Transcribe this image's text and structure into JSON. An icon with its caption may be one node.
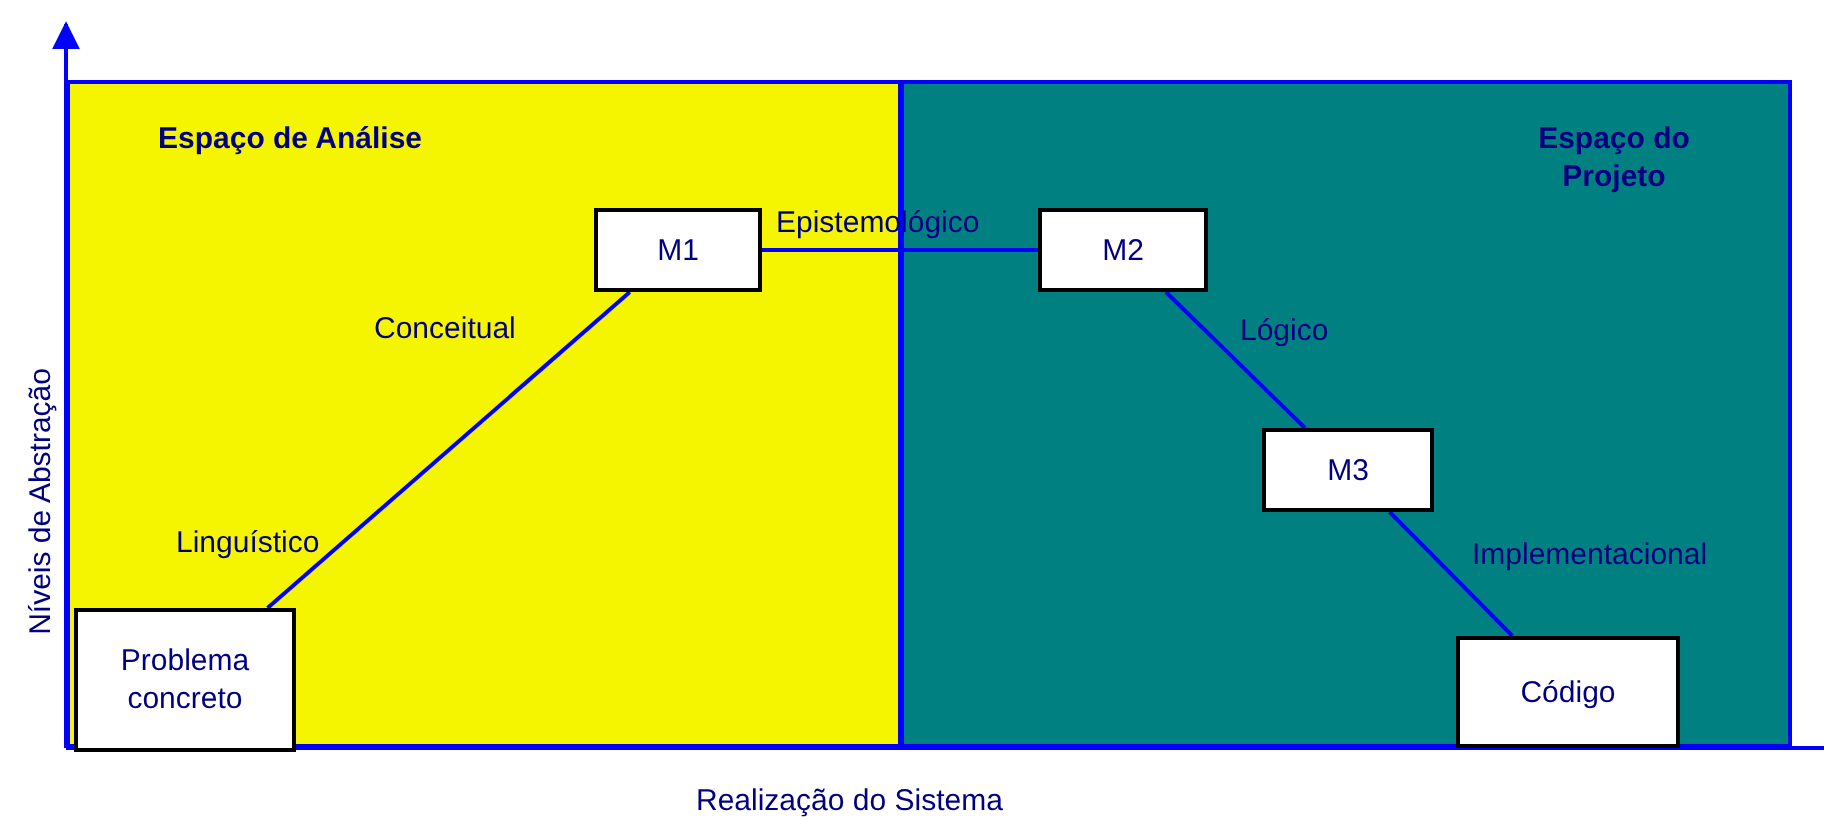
{
  "diagram": {
    "nodes": [
      {
        "text": [
          "Espaço de Análise"
        ]
      },
      {
        "text": [
          "Espaço do Projeto"
        ]
      },
      {
        "text": [
          "Problema concreto"
        ],
        "in": 0
      },
      {
        "text": [
          "M1"
        ],
        "in": 0
      },
      {
        "text": [
          "M2"
        ],
        "in": 1
      },
      {
        "text": [
          "M3"
        ],
        "in": 1
      },
      {
        "text": [
          "Código"
        ],
        "in": 1
      }
    ],
    "edges": [
      {
        "from": 2,
        "to": 3,
        "arrow": "none"
      },
      {
        "from": 3,
        "to": 4,
        "arrow": "none",
        "label": "Epistemológico"
      },
      {
        "from": 4,
        "to": 5,
        "arrow": "none",
        "label": "Lógico"
      },
      {
        "from": 5,
        "to": 6,
        "arrow": "none",
        "label": "Implementacional"
      }
    ],
    "labels": [
      "Conceitual",
      "Níveis de Abstração",
      "Linguístico",
      "Realização do Sistema"
    ]
  }
}
